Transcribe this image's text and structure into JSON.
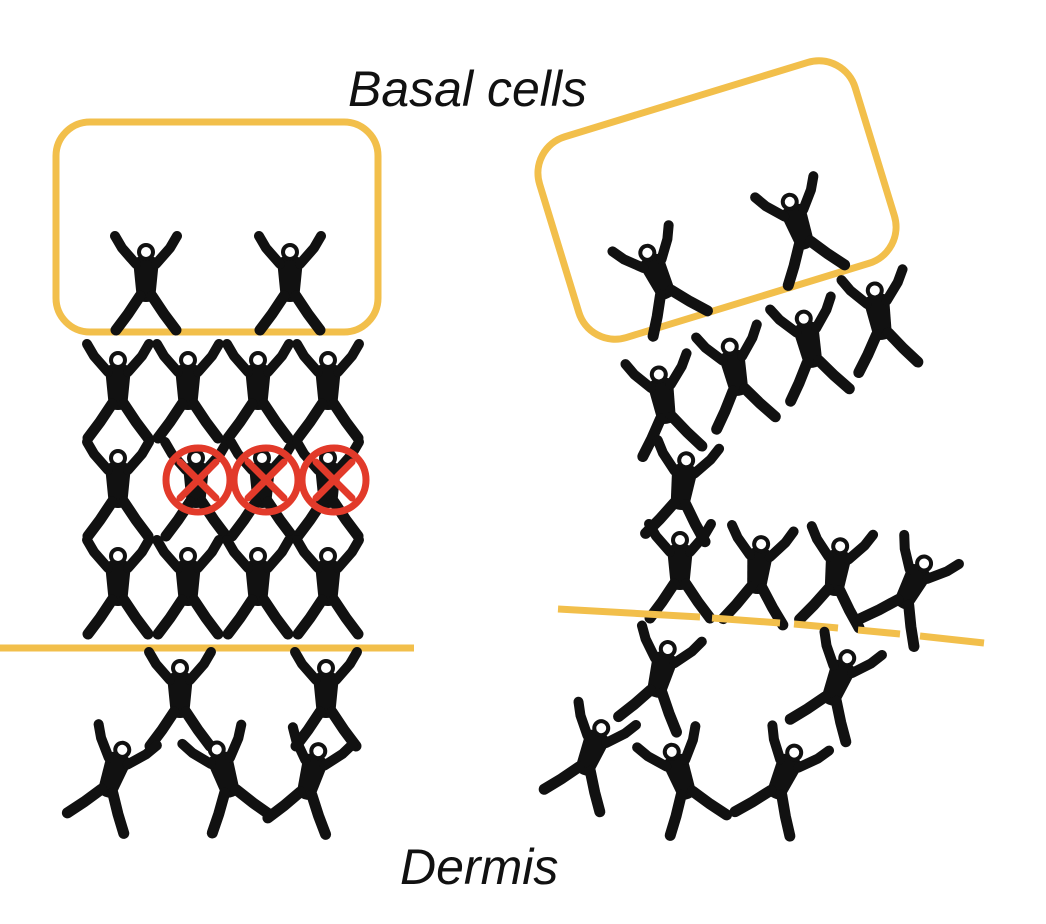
{
  "labels": {
    "top": "Basal cells",
    "bottom": "Dermis"
  },
  "colors": {
    "figure": "#111111",
    "outline": "#f2bf4b",
    "blocked_mark": "#e23a2a",
    "background": "#ffffff"
  },
  "icons": {
    "cell": "person-arms-raised-icon",
    "blocked": "cross-in-circle-icon"
  },
  "blocked_cell_count": 3
}
